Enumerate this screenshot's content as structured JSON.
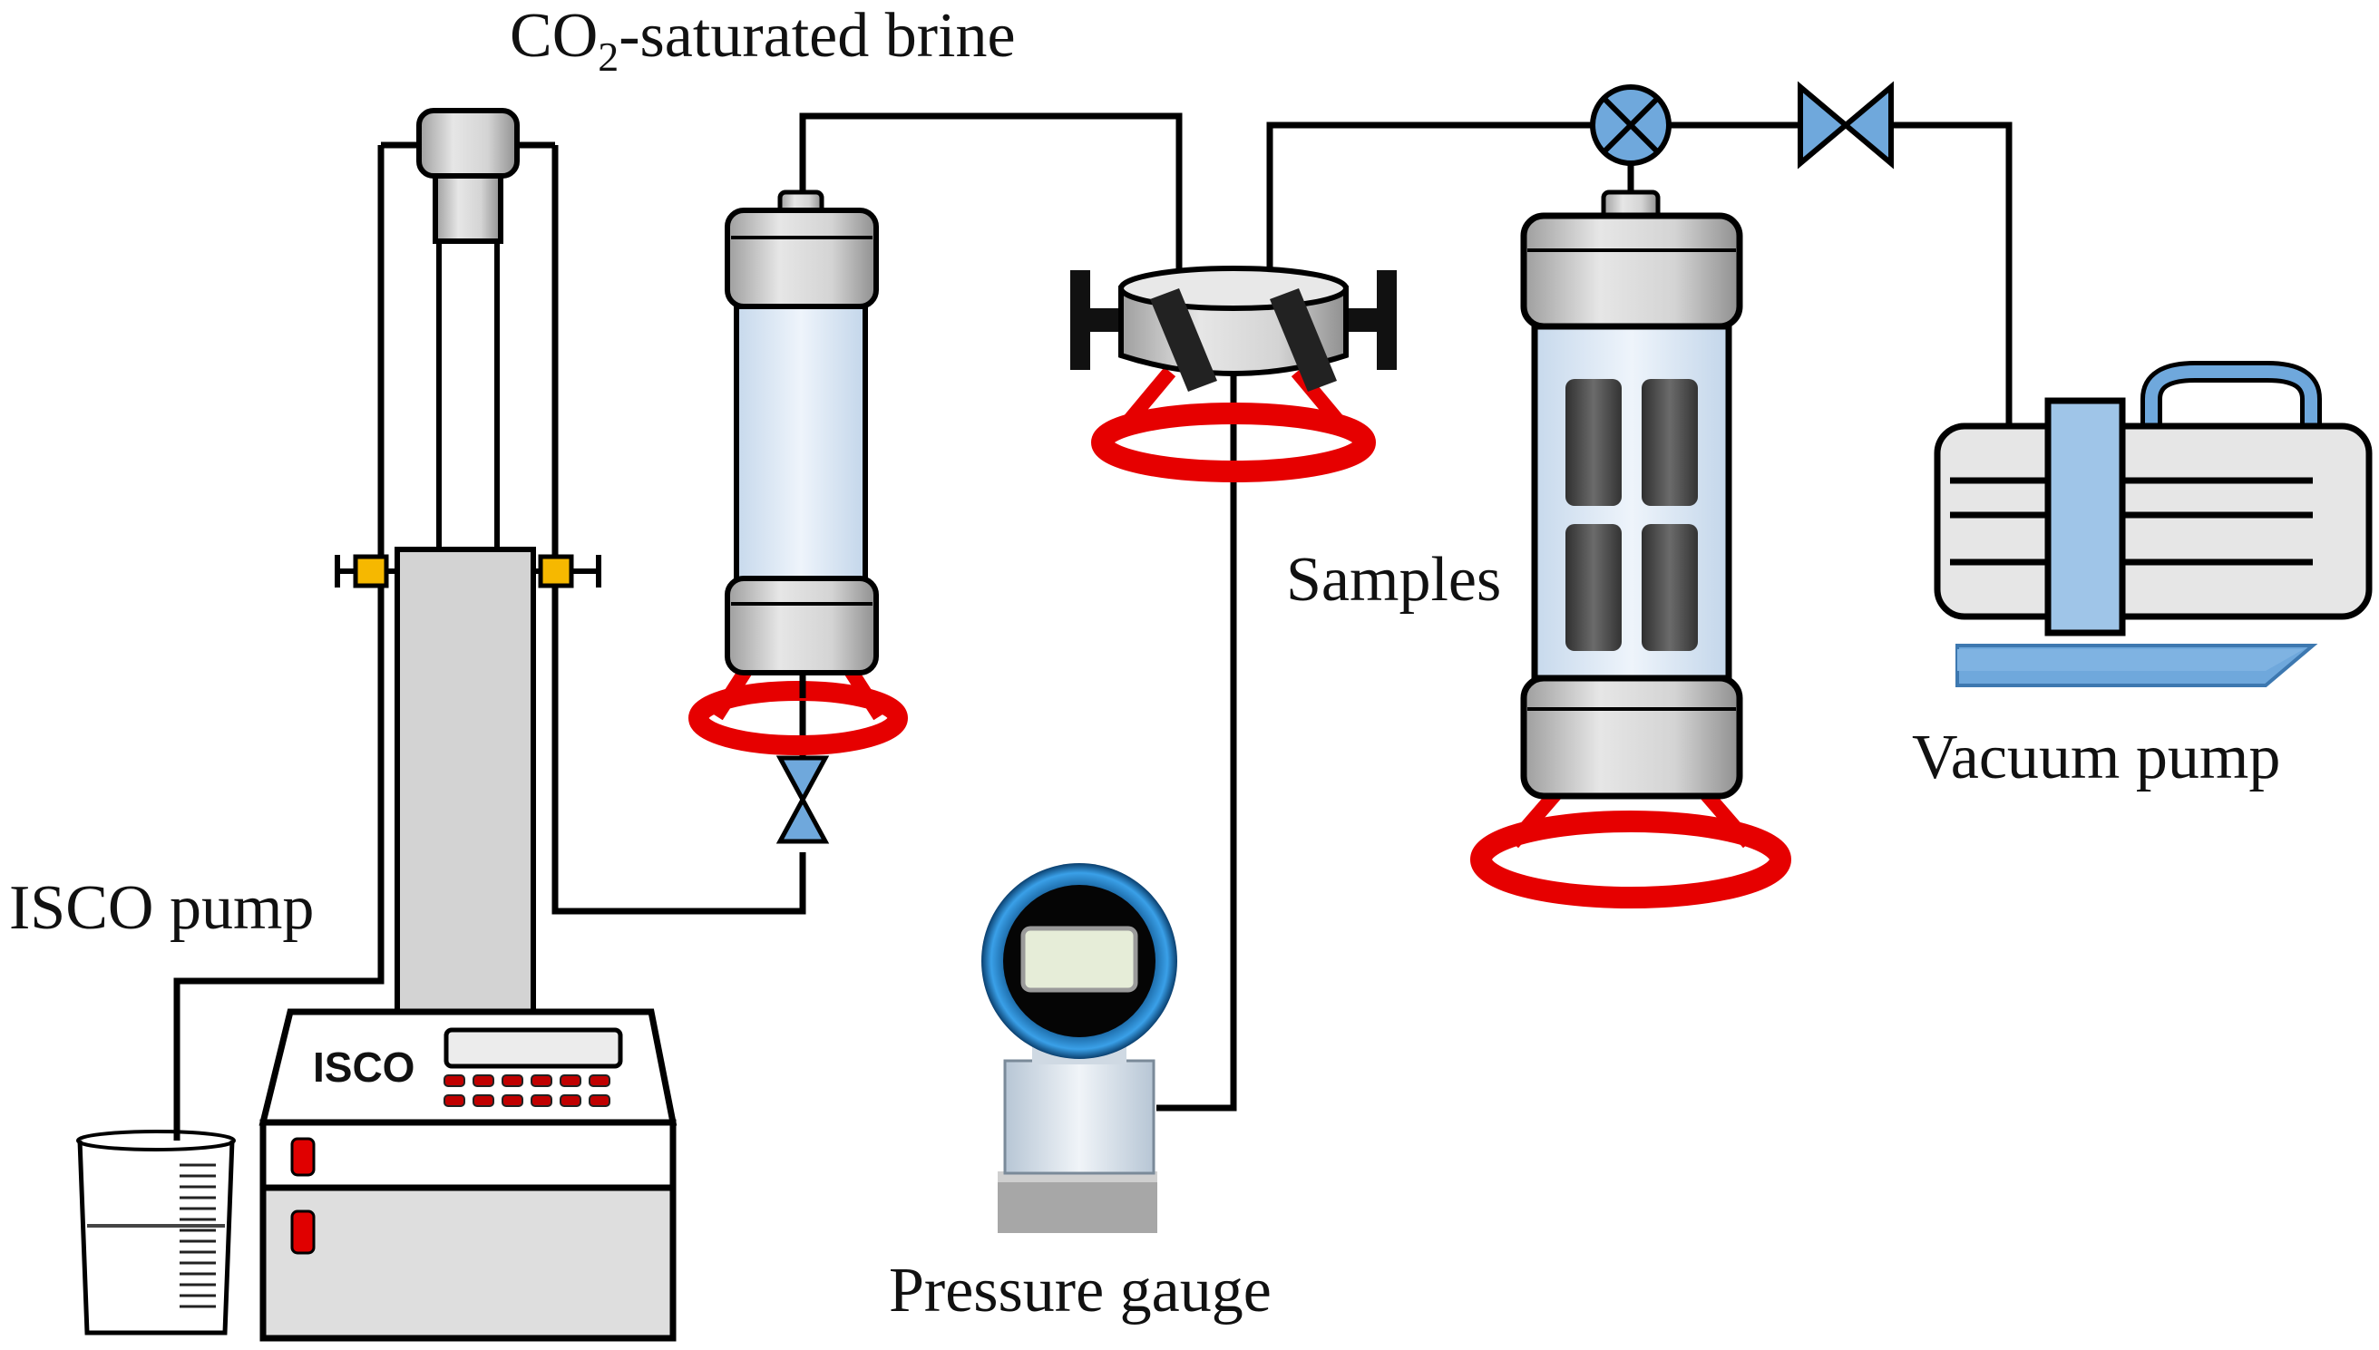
{
  "labels": {
    "brine_prefix": "CO",
    "brine_subscript": "2",
    "brine_suffix": "-saturated brine",
    "isco_pump": "ISCO pump",
    "samples": "Samples",
    "vacuum_pump": "Vacuum pump",
    "pressure_gauge": "Pressure gauge",
    "isco_panel_text": "ISCO"
  },
  "components": [
    "isco-pump",
    "beaker",
    "brine-vessel",
    "six-way-connector",
    "sample-vessel",
    "vacuum-pump",
    "pressure-gauge",
    "needle-valve",
    "gate-valve"
  ],
  "colors": {
    "stand": "#e60000",
    "vessel_glass": "#dce8f4",
    "vessel_metal": "#cfcfcf",
    "vacuum_accent": "#9fc5e8",
    "valve_blue": "#6fa8dc",
    "connector_yellow": "#f6b800",
    "gauge_ring": "#1c7fc9"
  }
}
